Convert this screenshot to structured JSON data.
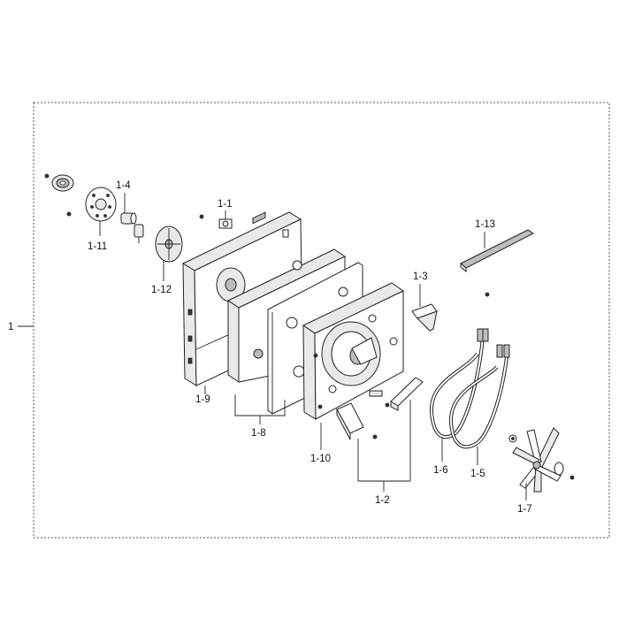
{
  "labels": {
    "assembly": "1",
    "p1_1": "1-1",
    "p1_2": "1-2",
    "p1_3": "1-3",
    "p1_4": "1-4",
    "p1_5": "1-5",
    "p1_6": "1-6",
    "p1_7": "1-7",
    "p1_8": "1-8",
    "p1_9": "1-9",
    "p1_10": "1-10",
    "p1_11": "1-11",
    "p1_12": "1-12",
    "p1_13": "1-13"
  }
}
